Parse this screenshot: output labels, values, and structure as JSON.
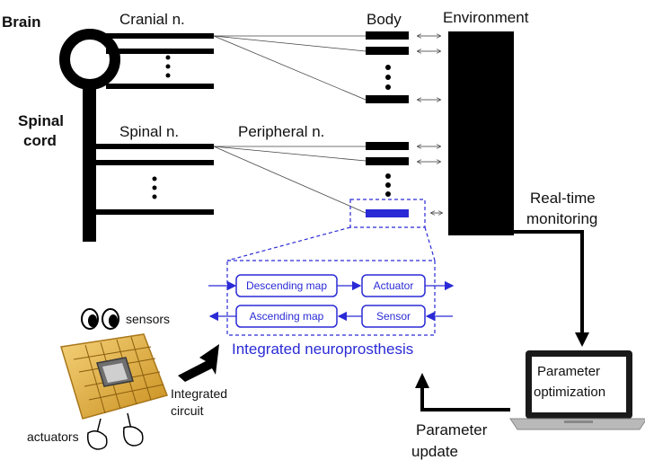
{
  "labels": {
    "brain": "Brain",
    "spinal_cord_1": "Spinal",
    "spinal_cord_2": "cord",
    "cranial_n": "Cranial n.",
    "spinal_n": "Spinal n.",
    "peripheral_n": "Peripheral n.",
    "body": "Body",
    "environment": "Environment",
    "realtime_1": "Real-time",
    "realtime_2": "monitoring",
    "param_opt_1": "Parameter",
    "param_opt_2": "optimization",
    "param_update_1": "Parameter",
    "param_update_2": "update",
    "sensors": "sensors",
    "actuators": "actuators",
    "ic_1": "Integrated",
    "ic_2": "circuit",
    "neuroprosthesis": "Integrated neuroprosthesis"
  },
  "blocks": {
    "descending_map": "Descending map",
    "actuator": "Actuator",
    "ascending_map": "Ascending map",
    "sensor": "Sensor"
  },
  "colors": {
    "accent_blue": "#2a2ad6",
    "black": "#000000",
    "chip_gold": "#e8b84a"
  }
}
